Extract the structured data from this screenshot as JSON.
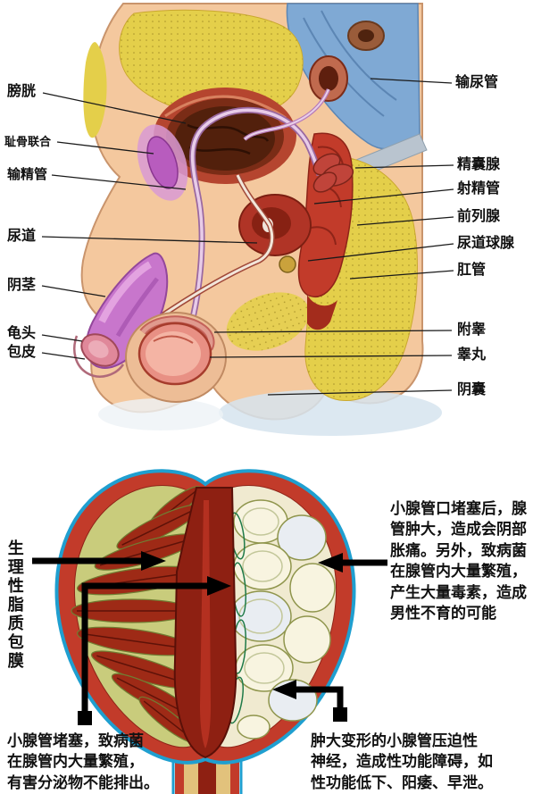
{
  "figure": {
    "top_diagram": {
      "left_labels": [
        {
          "id": "bladder",
          "text": "膀胱"
        },
        {
          "id": "pubic-symphysis",
          "text": "耻骨联合"
        },
        {
          "id": "vas-deferens",
          "text": "输精管"
        },
        {
          "id": "urethra",
          "text": "尿道"
        },
        {
          "id": "penis",
          "text": "阴茎"
        },
        {
          "id": "glans",
          "text": "龟头"
        },
        {
          "id": "foreskin",
          "text": "包皮"
        }
      ],
      "right_labels": [
        {
          "id": "ureter",
          "text": "输尿管"
        },
        {
          "id": "seminal-vesicle",
          "text": "精囊腺"
        },
        {
          "id": "ejaculatory-duct",
          "text": "射精管"
        },
        {
          "id": "prostate",
          "text": "前列腺"
        },
        {
          "id": "bulbourethral-gland",
          "text": "尿道球腺"
        },
        {
          "id": "anal-canal",
          "text": "肛管"
        },
        {
          "id": "epididymis",
          "text": "附睾"
        },
        {
          "id": "testis",
          "text": "睾丸"
        },
        {
          "id": "scrotum",
          "text": "阴囊"
        }
      ]
    },
    "bottom_diagram": {
      "capsule_label": "生理性脂质包膜",
      "right_note": "小腺管口堵塞后，腺\n管肿大，造成会阴部\n胀痛。另外，致病菌\n在腺管内大量繁殖，\n产生大量毒素，造成\n男性不育的可能",
      "bottom_left_note": "小腺管堵塞，致病菌\n在腺管内大量繁殖，\n有害分泌物不能排出。",
      "bottom_right_note": "肿大变形的小腺管压迫性\n神经，造成性功能障碍，如\n性功能低下、阳痿、早泄。"
    },
    "colors": {
      "flesh": "#f4c89e",
      "fat_yellow": "#e4cf4a",
      "bone_blue": "#7fa9d4",
      "muscle_red": "#c23b2a",
      "bladder_maroon": "#52200c",
      "penis_purple": "#c876cc",
      "capsule_cyan": "#1f9fd0",
      "canal_dark_red": "#8e2012",
      "left_lobe_olive": "#c9cc7c",
      "right_lobe_pale": "#f0ead0"
    }
  }
}
